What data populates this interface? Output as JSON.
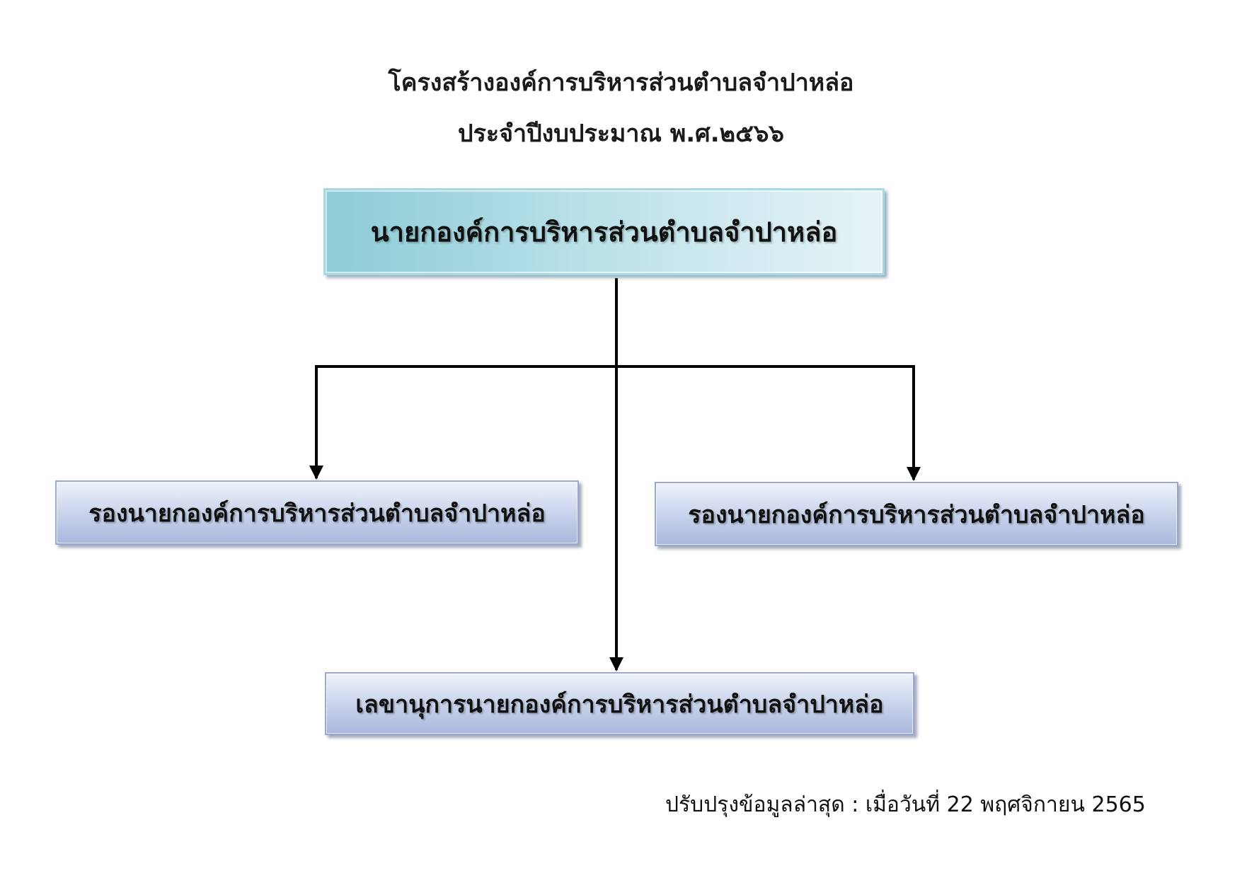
{
  "title": {
    "line1": "โครงสร้างองค์การบริหารส่วนตำบลจำปาหล่อ",
    "line2": "ประจำปีงบประมาณ พ.ศ.๒๕๖๖"
  },
  "nodes": {
    "chief": "นายกองค์การบริหารส่วนตำบลจำปาหล่อ",
    "deputy_left": "รองนายกองค์การบริหารส่วนตำบลจำปาหล่อ",
    "deputy_right": "รองนายกองค์การบริหารส่วนตำบลจำปาหล่อ",
    "secretary": "เลขานุการนายกองค์การบริหารส่วนตำบลจำปาหล่อ"
  },
  "edges": [
    {
      "from": "chief",
      "to": "deputy_left"
    },
    {
      "from": "chief",
      "to": "deputy_right"
    },
    {
      "from": "chief",
      "to": "secretary"
    }
  ],
  "footer": {
    "last_updated": "ปรับปรุงข้อมูลล่าสุด : เมื่อวันที่ 22 พฤศจิกายน 2565"
  },
  "colors": {
    "chief_box": "#b8e0e8",
    "department_box": "#c6d1ea",
    "connector": "#000000"
  }
}
